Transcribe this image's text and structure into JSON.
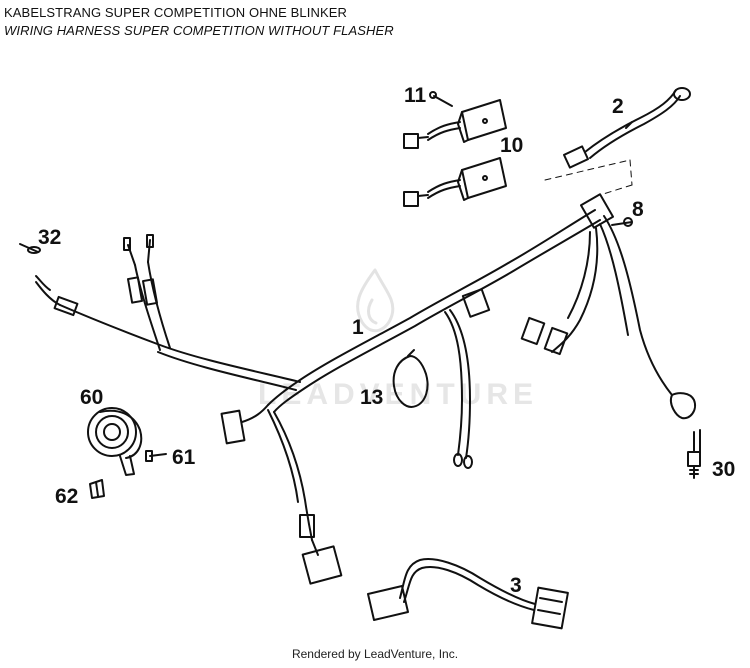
{
  "header": {
    "title_de": "KABELSTRANG SUPER COMPETITION OHNE BLINKER",
    "title_en": "WIRING HARNESS SUPER COMPETITION WITHOUT FLASHER"
  },
  "callouts": {
    "c1": "1",
    "c2": "2",
    "c3": "3",
    "c8": "8",
    "c10": "10",
    "c11": "11",
    "c13": "13",
    "c30": "30",
    "c32": "32",
    "c60": "60",
    "c61": "61",
    "c62": "62"
  },
  "watermark": {
    "text": "LEADVENTURE",
    "color": "#e6e6e6"
  },
  "footer": {
    "text": "Rendered by LeadVenture, Inc."
  },
  "colors": {
    "line": "#111111",
    "background": "#ffffff"
  }
}
